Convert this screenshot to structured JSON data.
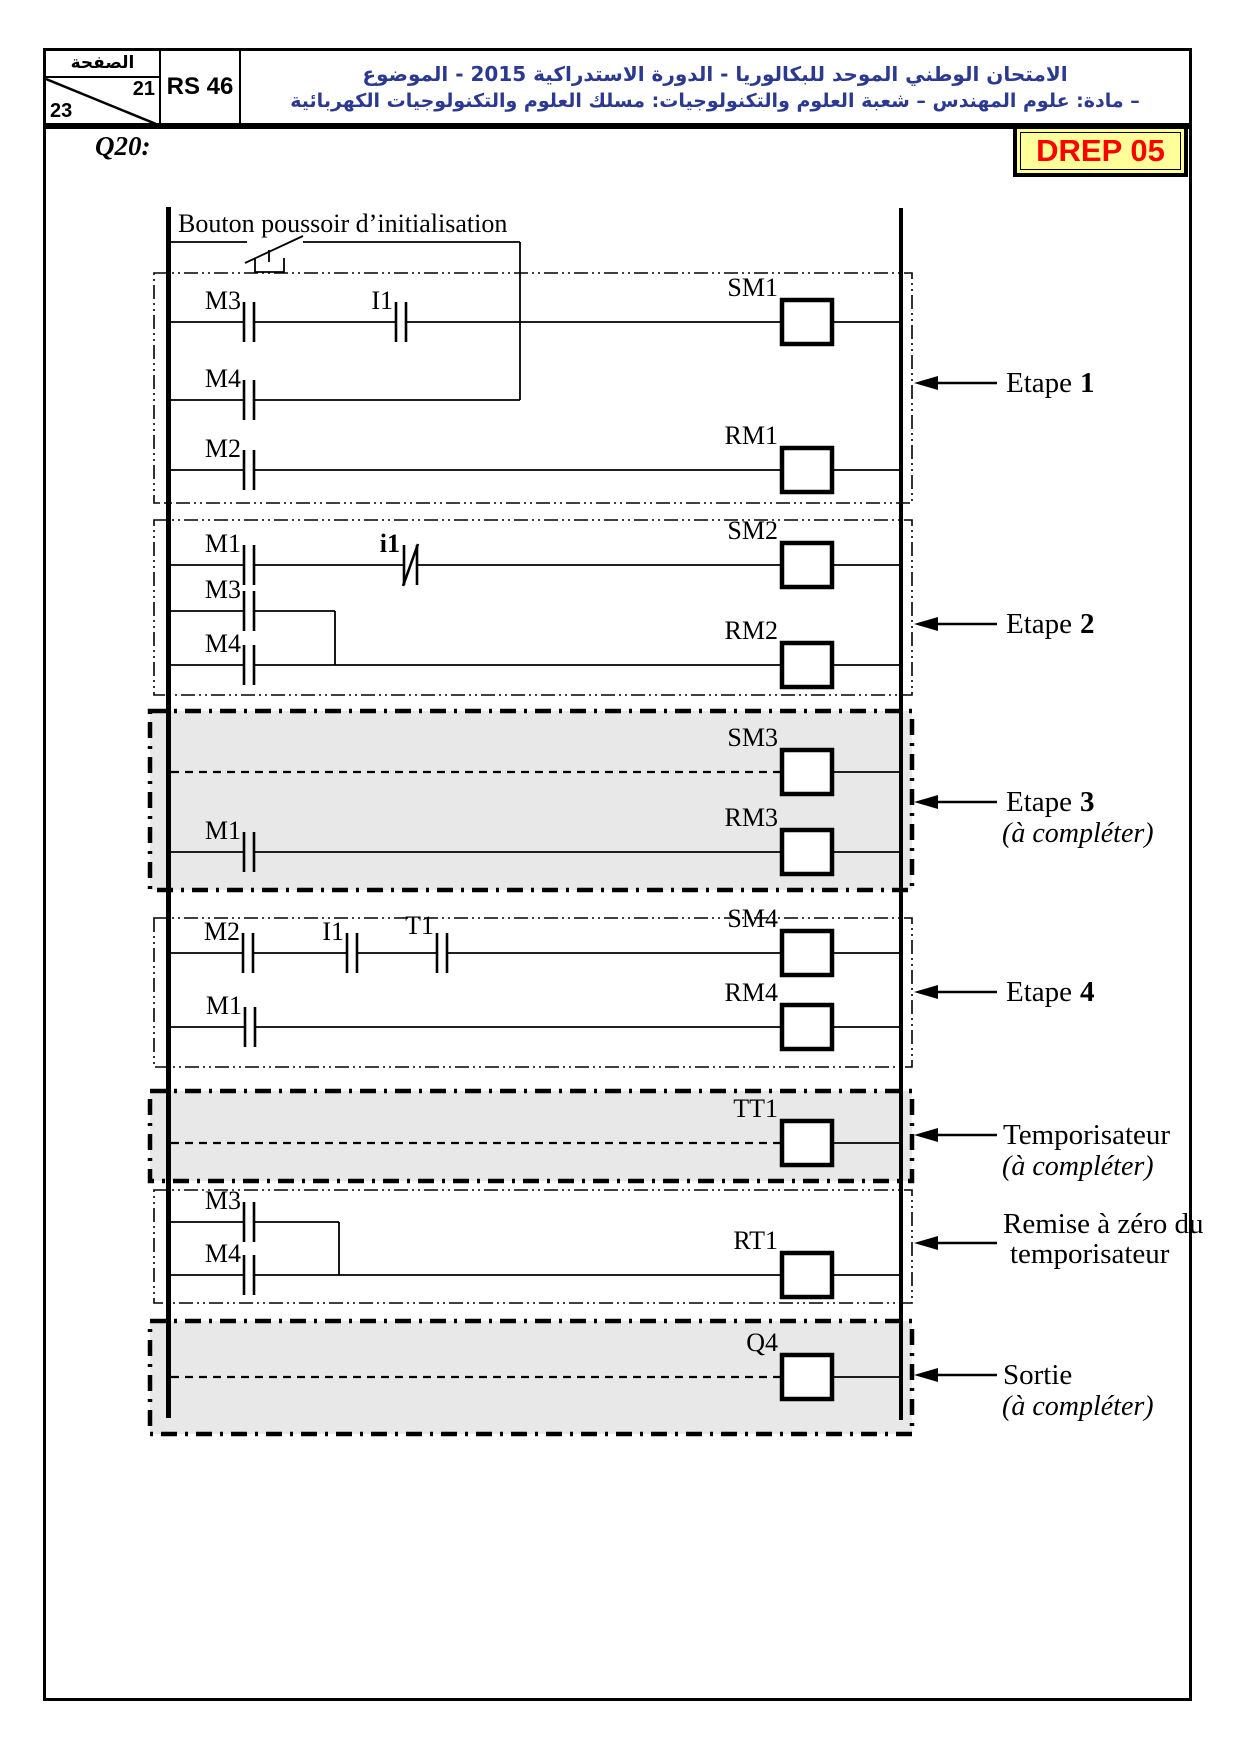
{
  "header": {
    "page_word": "الصفحة",
    "page_current": "21",
    "page_total": "23",
    "code": "RS 46",
    "title_line1": "الامتحان الوطني الموحد للبكالوريا  -  الدورة الاستدراكية  2015  -   الموضوع",
    "title_line2": "– مادة: علوم المهندس – شعبة العلوم والتكنولوجيات: مسلك العلوم والتكنولوجيات الكهربائية"
  },
  "question_label": "Q20:",
  "badge_label": "DREP 05",
  "ladder": {
    "button_label": "Bouton poussoir d’initialisation",
    "contacts": {
      "b1_m3": "M3",
      "b1_i1": "I1",
      "b1_m4": "M4",
      "b1_m2": "M2",
      "b2_m1": "M1",
      "b2_i1": "i1",
      "b2_m3": "M3",
      "b2_m4": "M4",
      "b3_m1": "M1",
      "b4_m2": "M2",
      "b4_i1": "I1",
      "b4_t1": "T1",
      "b4_m1": "M1",
      "b6_m3": "M3",
      "b6_m4": "M4"
    },
    "coils": {
      "sm1": "SM1",
      "rm1": "RM1",
      "sm2": "SM2",
      "rm2": "RM2",
      "sm3": "SM3",
      "rm3": "RM3",
      "sm4": "SM4",
      "rm4": "RM4",
      "tt1": "TT1",
      "rt1": "RT1",
      "q4": "Q4"
    }
  },
  "annotations": {
    "etape_word": "Etape",
    "etape1_num": "1",
    "etape2_num": "2",
    "etape3_num": "3",
    "etape4_num": "4",
    "a_completer": "(à compléter)",
    "temporisateur": "Temporisateur",
    "remise_line1": "Remise à zéro du",
    "remise_line2": "temporisateur",
    "sortie": "Sortie"
  },
  "colors": {
    "header_text": "#2B3990",
    "badge_bg": "#FFFF99",
    "badge_text": "#FF0000",
    "block_shade": "#E8E8E8"
  }
}
